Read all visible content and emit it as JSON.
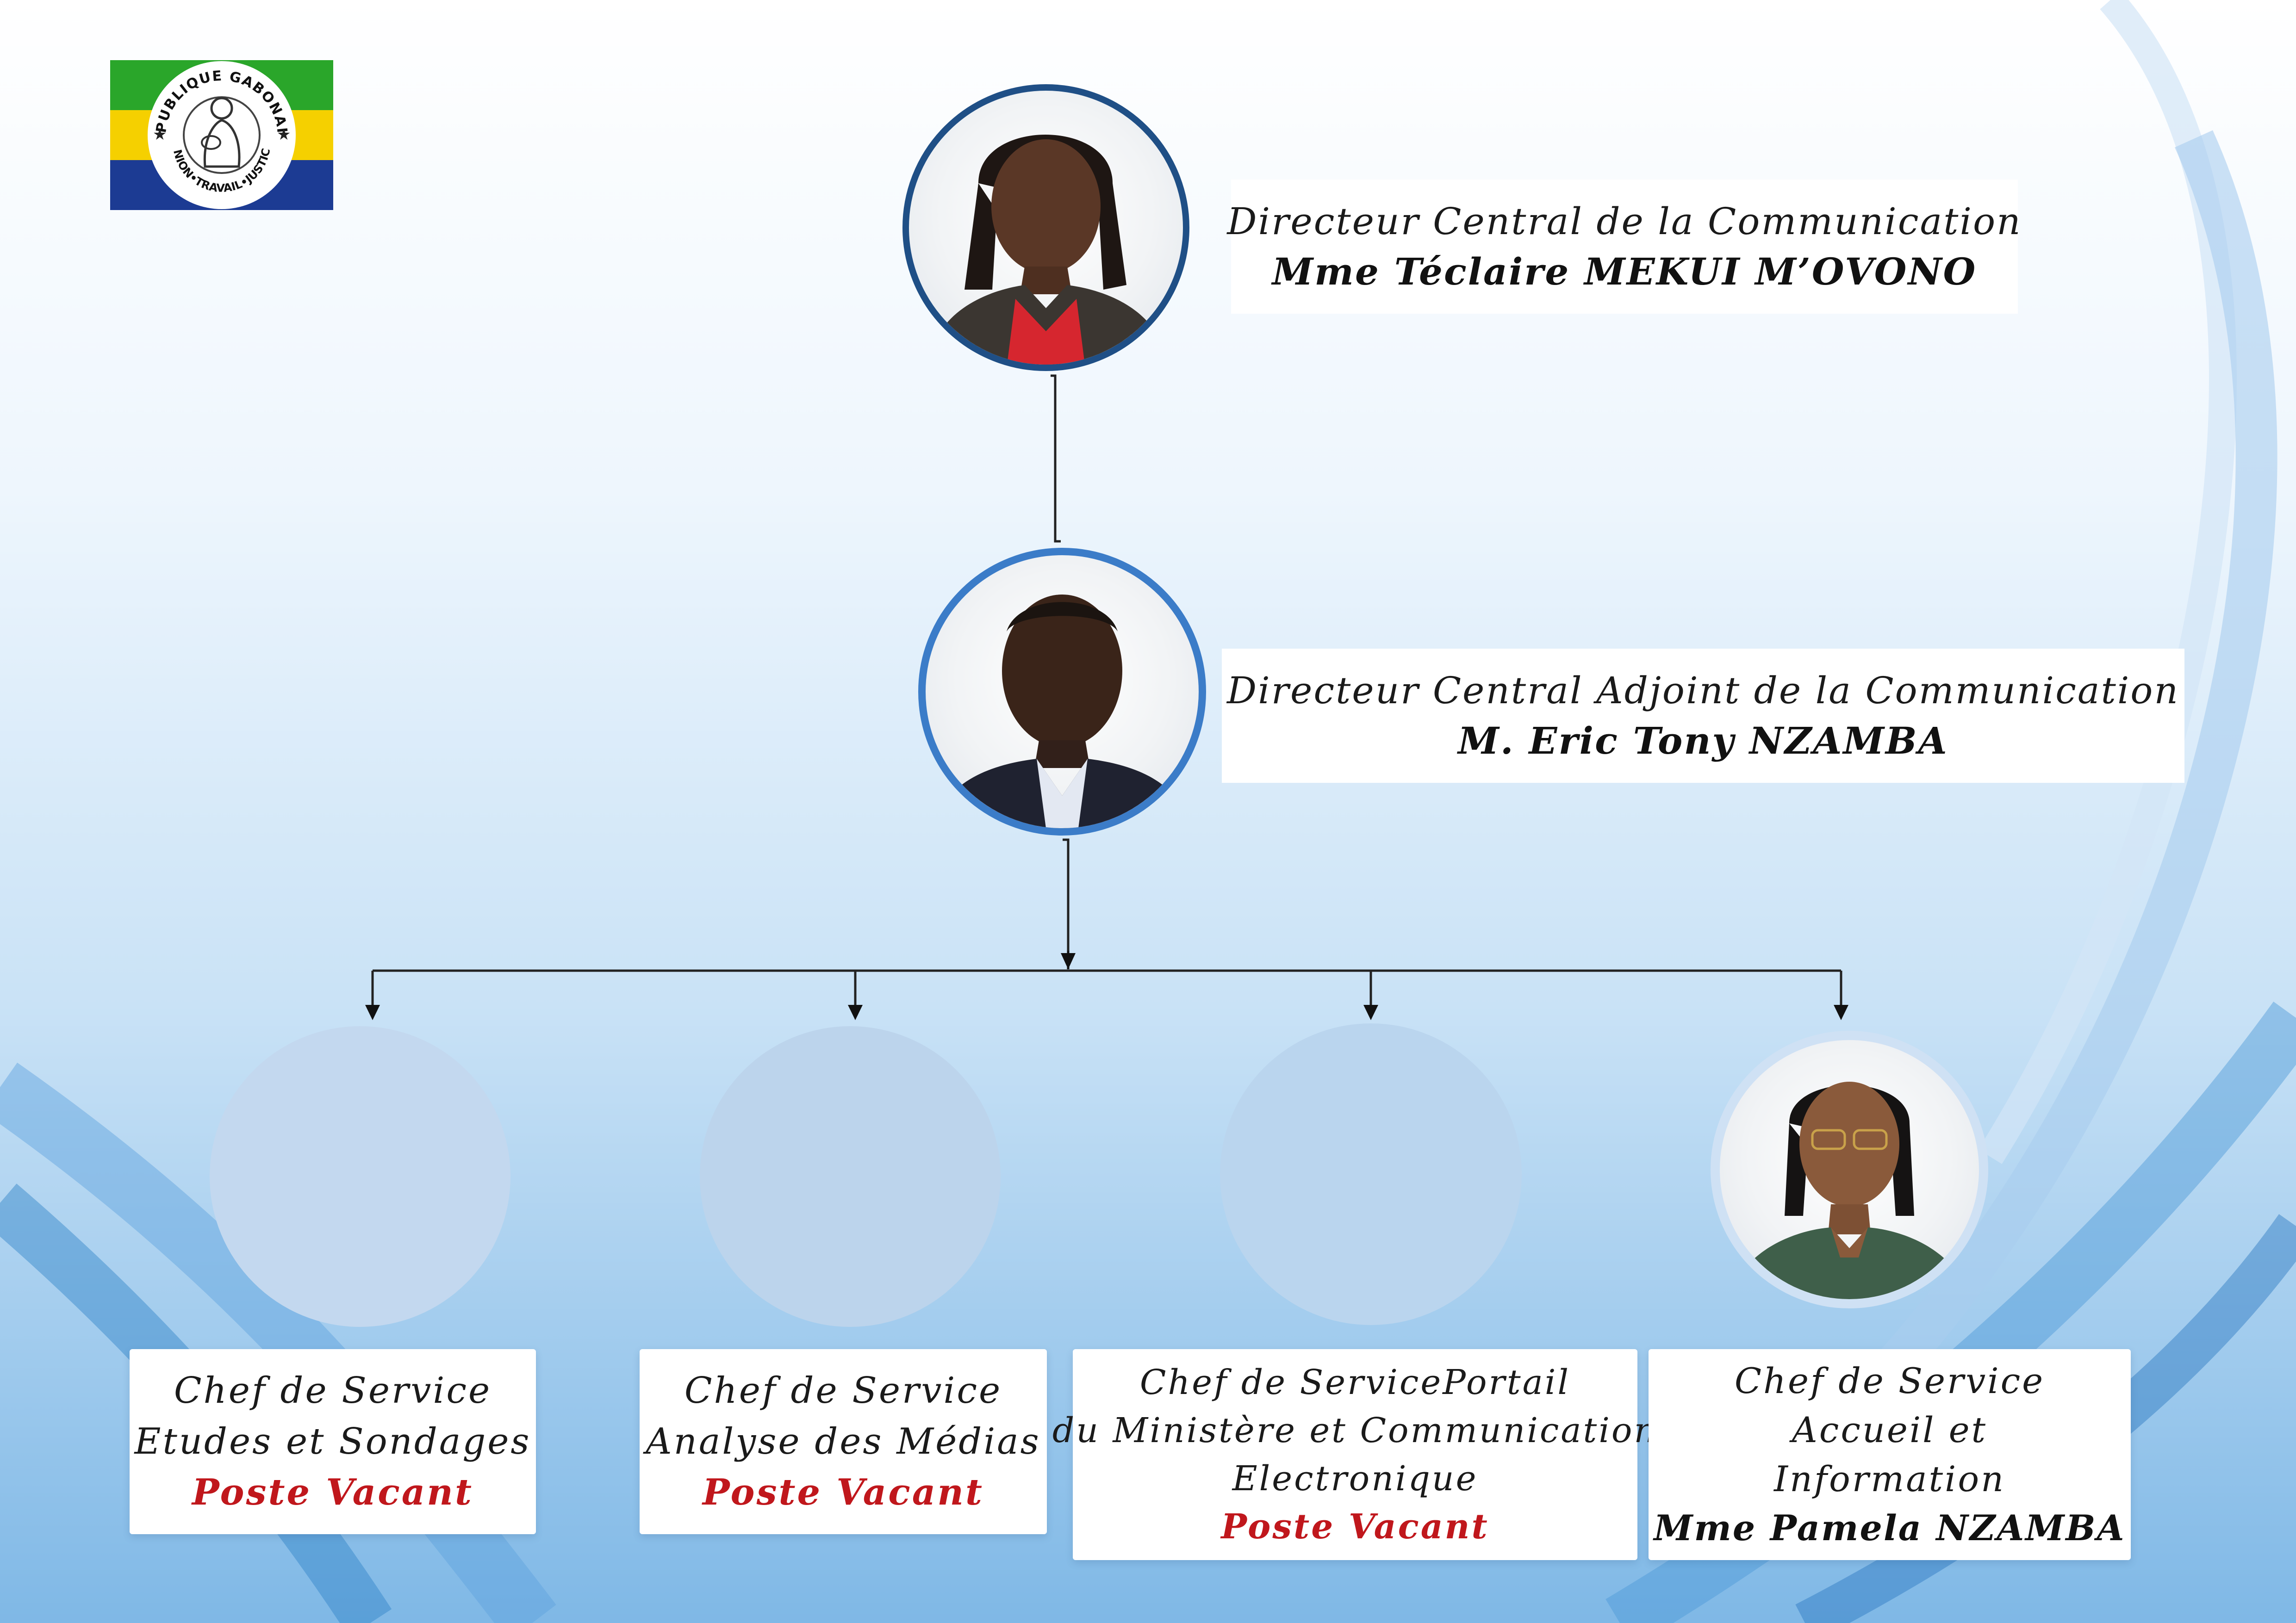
{
  "flag": {
    "top_text": "RÉPUBLIQUE GABONAISE",
    "bottom_text": "UNION•TRAVAIL•JUSTICE",
    "colors": {
      "green": "#2aa62a",
      "yellow": "#f5d000",
      "blue": "#1c3b93"
    }
  },
  "director": {
    "role": "Directeur Central de la Communication",
    "name": "Mme Téclaire MEKUI M’OVONO"
  },
  "deputy": {
    "role": "Directeur Central Adjoint de la Communication",
    "name": "M. Eric Tony NZAMBA"
  },
  "services": [
    {
      "role_lines": [
        "Chef de Service",
        "Etudes et Sondages"
      ],
      "holder": "Poste Vacant",
      "vacant": true
    },
    {
      "role_lines": [
        "Chef de Service",
        "Analyse des Médias"
      ],
      "holder": "Poste Vacant",
      "vacant": true
    },
    {
      "role_lines": [
        "Chef de ServicePortail",
        "du Ministère et Communication",
        "Electronique"
      ],
      "holder": "Poste Vacant",
      "vacant": true
    },
    {
      "role_lines": [
        "Chef de Service",
        "Accueil et",
        "Information"
      ],
      "holder": "Mme Pamela NZAMBA",
      "vacant": false
    }
  ],
  "colors": {
    "ring_dark": "#1f4f86",
    "ring_blue": "#3b7cc8",
    "vacant_text": "#c0171c",
    "placeholder_circle": "#bcd6ee"
  }
}
